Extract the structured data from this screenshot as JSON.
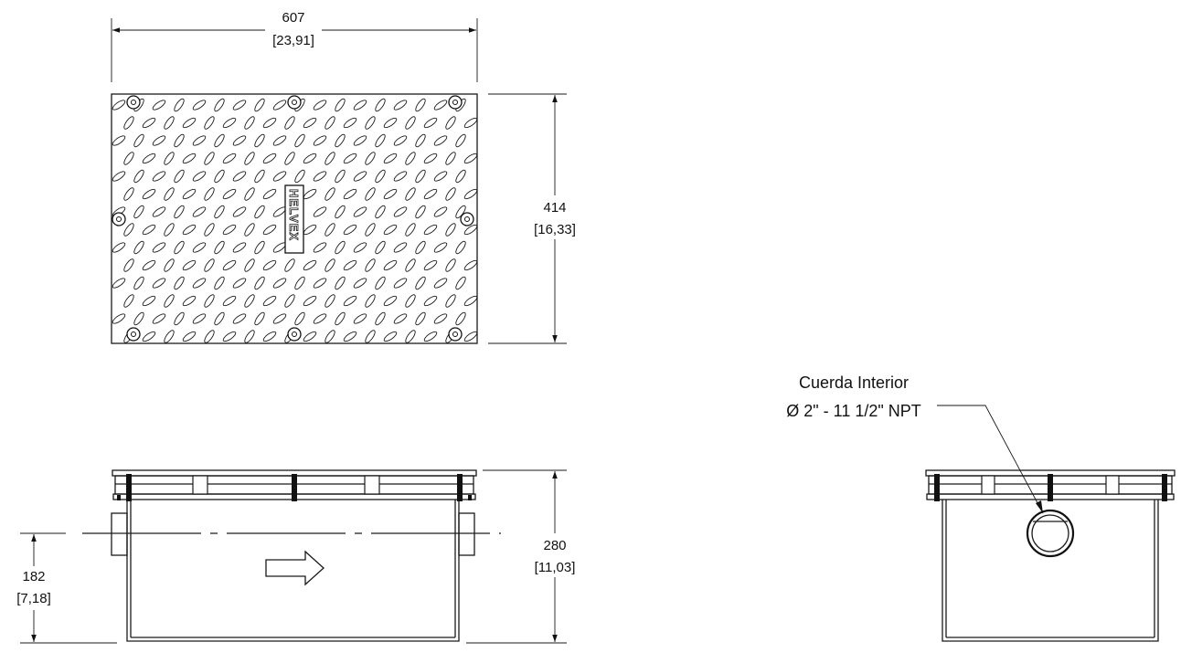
{
  "top_view": {
    "width_mm": "607",
    "width_in": "[23,91]",
    "depth_mm": "414",
    "depth_in": "[16,33]",
    "brand_logo": "HELVEX"
  },
  "side_view": {
    "outlet_height_mm": "182",
    "outlet_height_in": "[7,18]",
    "height_mm": "280",
    "height_in": "[11,03]",
    "flow_arrow_icon": "arrow-right-icon"
  },
  "end_view": {
    "callout_line1": "Cuerda Interior",
    "callout_line2": "Ø 2\" - 11 1/2\" NPT"
  }
}
